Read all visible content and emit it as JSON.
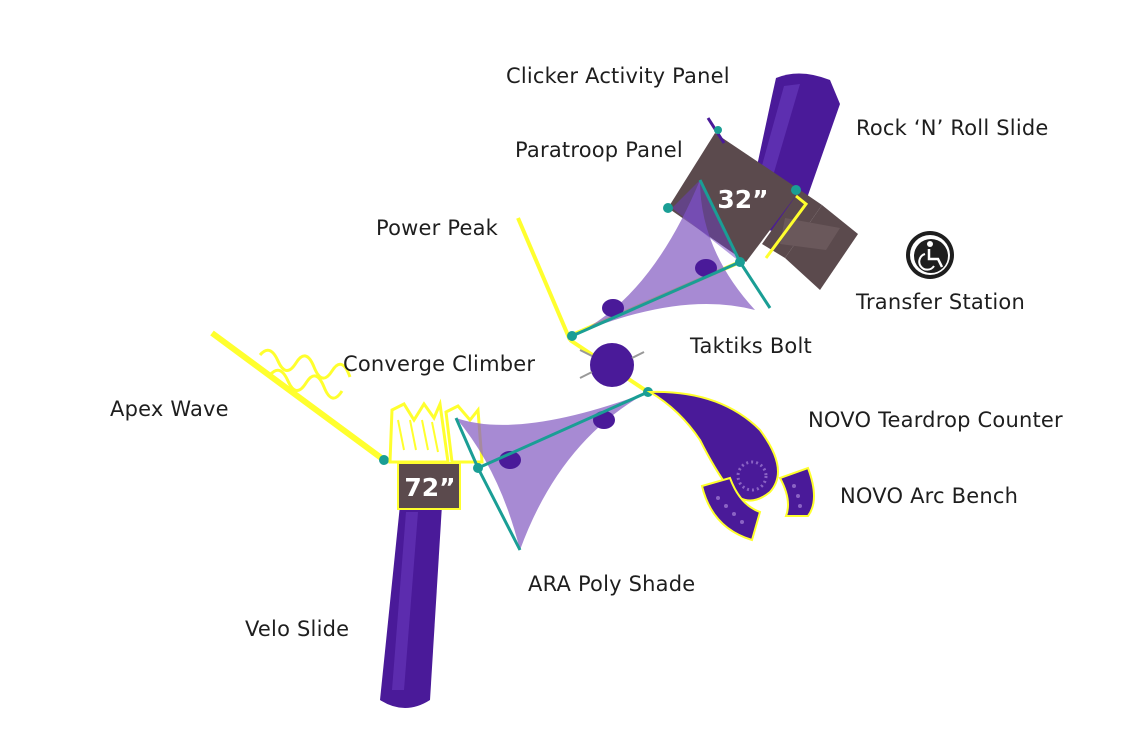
{
  "labels": {
    "clicker_activity_panel": "Clicker Activity Panel",
    "rock_n_roll_slide": "Rock ‘N’ Roll Slide",
    "paratroop_panel": "Paratroop Panel",
    "power_peak": "Power Peak",
    "transfer_station": "Transfer Station",
    "taktiks_bolt": "Taktiks Bolt",
    "converge_climber": "Converge Climber",
    "apex_wave": "Apex Wave",
    "novo_teardrop_counter": "NOVO Teardrop Counter",
    "novo_arc_bench": "NOVO Arc Bench",
    "ara_poly_shade": "ARA Poly Shade",
    "velo_slide": "Velo Slide"
  },
  "decks": {
    "upper_height": "32”",
    "lower_height": "72”"
  },
  "icons": {
    "accessibility": "wheelchair-accessible-icon"
  },
  "colors": {
    "purple": "#4a1a99",
    "purple_light": "#8a63c4",
    "yellow": "#ffff2e",
    "teal": "#1a9e95",
    "brown": "#5b4a4d",
    "text": "#1e1e1e"
  }
}
